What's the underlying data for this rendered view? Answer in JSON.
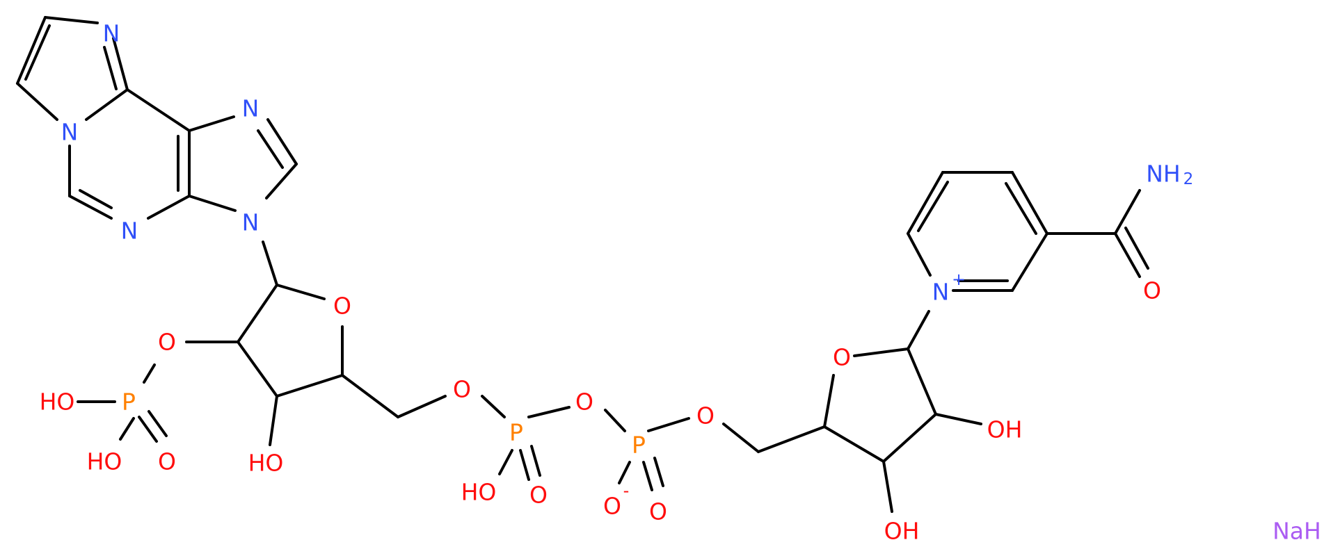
{
  "colors": {
    "bond": "#000000",
    "N": "#3050F8",
    "O": "#FF0D0D",
    "P": "#FF8000",
    "Na": "#AB5CF2"
  },
  "labels": {
    "n_imid_ring_top": "N",
    "n_bridge": "N",
    "n_pyrimidine": "N",
    "n_imidazole_top": "N",
    "n_glycosidic": "N",
    "o_sugar1_ring": "O",
    "o_phosphate_ester": "O",
    "p_left": "P",
    "ho_left": "HO",
    "ho_left_lower": "HO",
    "o_left_double": "O",
    "oh_sugar1": "HO",
    "o_link1": "O",
    "p_mid": "P",
    "ho_mid": "HO",
    "o_mid_double": "O",
    "o_bridge": "O",
    "p_right": "P",
    "o_anion": "O",
    "o_anion_charge": "-",
    "o_right_double": "O",
    "o_link2": "O",
    "o_sugar2_ring": "O",
    "oh_sugar2_a": "OH",
    "oh_sugar2_b": "OH",
    "n_pyridinium": "N",
    "n_pyridinium_charge": "+",
    "amide_n": "NH",
    "amide_n_sub": "2",
    "amide_o": "O",
    "counterion": "NaH"
  }
}
